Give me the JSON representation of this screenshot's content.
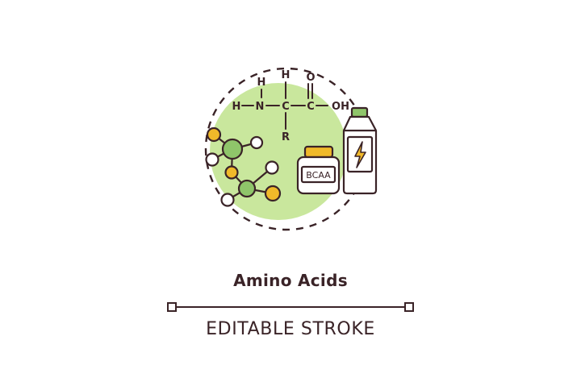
{
  "illustration": {
    "chem_atoms": {
      "h_top_left": "H",
      "h_top_right": "H",
      "h_left": "H",
      "n": "N",
      "c_alpha": "C",
      "c_carboxyl": "C",
      "o_top": "O",
      "oh": "OH",
      "r": "R"
    },
    "jar_label": "BCAA",
    "colors": {
      "stroke": "#3a2327",
      "accent_green": "#c9e79d",
      "node_green": "#8fc56a",
      "node_yellow": "#f0b92a"
    }
  },
  "title": "Amino Acids",
  "subtitle": "EDITABLE STROKE"
}
